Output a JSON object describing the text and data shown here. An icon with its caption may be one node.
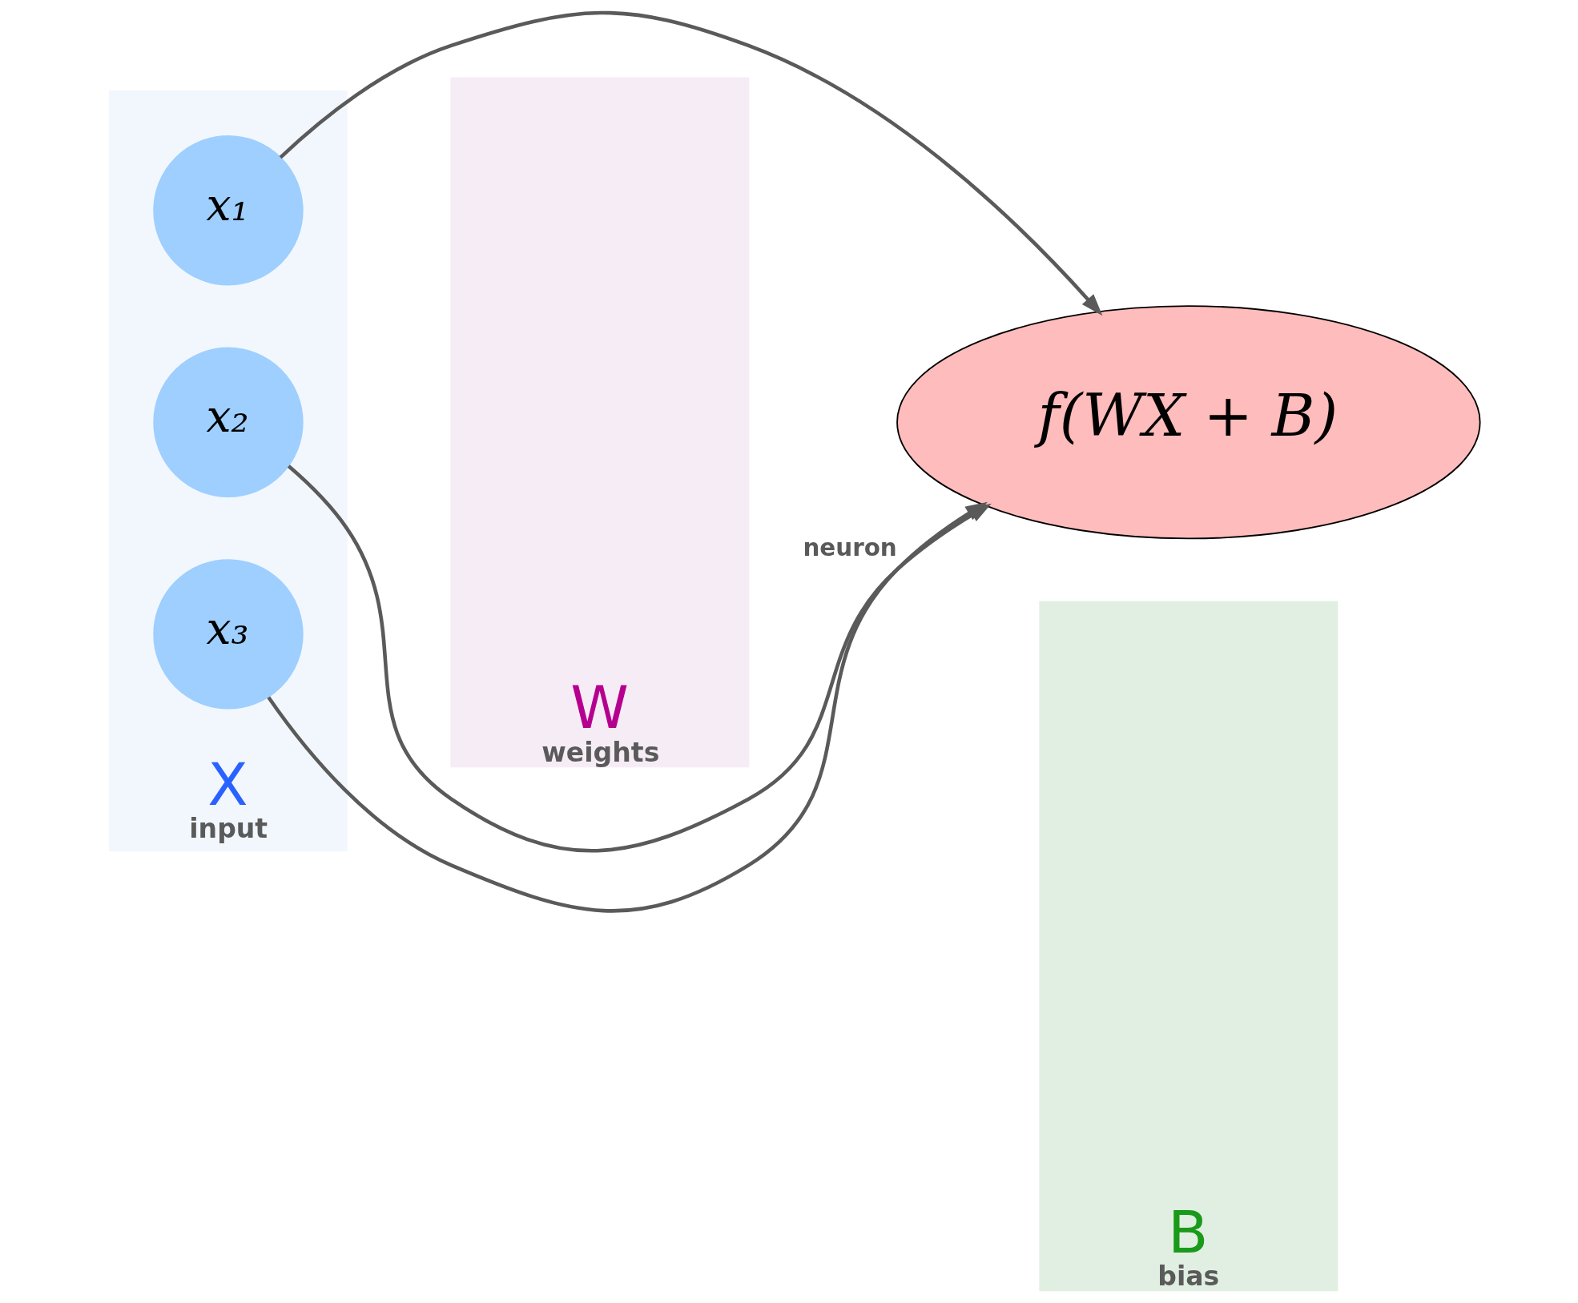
{
  "diagram": {
    "nodes": [
      {
        "text": [
          "X",
          "input"
        ]
      },
      {
        "text": [
          "x₁"
        ],
        "in": 0
      },
      {
        "text": [
          "x₂"
        ],
        "in": 0
      },
      {
        "text": [
          "x₃"
        ],
        "in": 0
      },
      {
        "text": [
          "W",
          "weights"
        ]
      },
      {
        "text": [
          "B",
          "bias"
        ]
      },
      {
        "text": [
          "f(WX + B)"
        ],
        "beside": [
          "neuron"
        ]
      }
    ],
    "edges": [
      {
        "from": 1,
        "to": 6,
        "arrow": "to"
      },
      {
        "from": 2,
        "to": 6,
        "arrow": "to"
      },
      {
        "from": 3,
        "to": 6,
        "arrow": "to"
      }
    ]
  }
}
